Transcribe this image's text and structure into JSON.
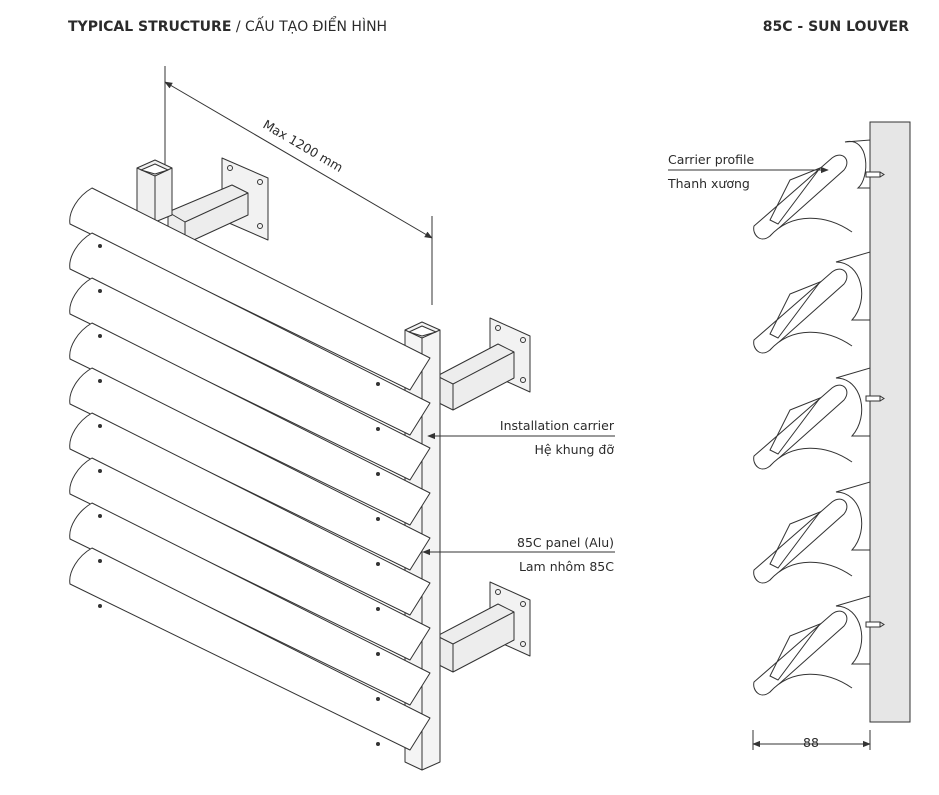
{
  "header": {
    "title_bold": "TYPICAL STRUCTURE",
    "title_sep": " / ",
    "title_vn": "CẤU TẠO ĐIỂN HÌNH",
    "product": "85C - SUN LOUVER"
  },
  "labels": {
    "max_span": "Max 1200 mm",
    "installation_carrier_en": "Installation carrier",
    "installation_carrier_vn": "Hệ khung đỡ",
    "panel_en": "85C panel (Alu)",
    "panel_vn": "Lam nhôm 85C",
    "carrier_profile_en": "Carrier profile",
    "carrier_profile_vn": "Thanh xương",
    "depth_dim": "88"
  },
  "colors": {
    "line": "#333333",
    "wall": "#e6e6e6",
    "steel": "#ededed",
    "text": "#2b2b2b"
  },
  "icons": {
    "screw": "screw-icon"
  }
}
